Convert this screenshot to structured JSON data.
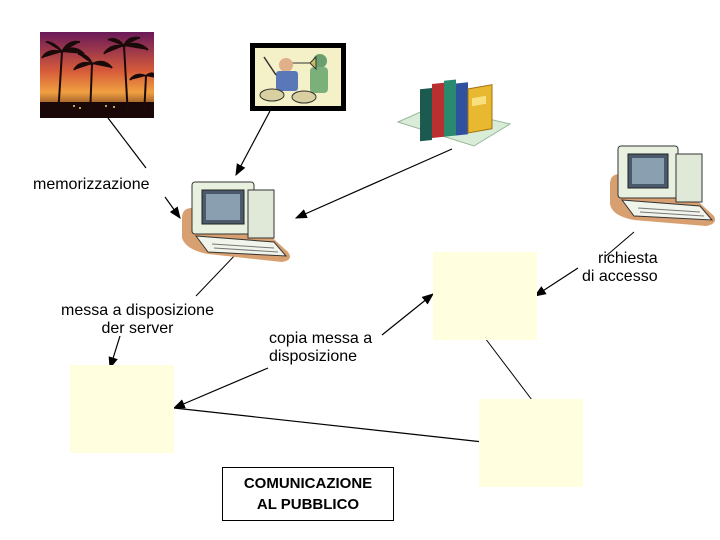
{
  "labels": {
    "memorizzazione": "memorizzazione",
    "messa": "messa a disposizione\nder server",
    "copia": "copia messa a\ndisposizione",
    "richiesta": "richiesta\ndi accesso",
    "comunicazione": "COMUNICAZIONE\nAL PUBBLICO"
  },
  "icons": {
    "sunset_photo": "palm-sunset-clipart",
    "musician_photo": "musician-clipart",
    "books": "books-clipart",
    "computer_left": "desktop-computer-clipart",
    "computer_right": "desktop-computer-clipart"
  },
  "colors": {
    "box_fill": "#ffffe0",
    "computer_body": "#e8f0e0",
    "computer_shadow": "#d8a070"
  }
}
